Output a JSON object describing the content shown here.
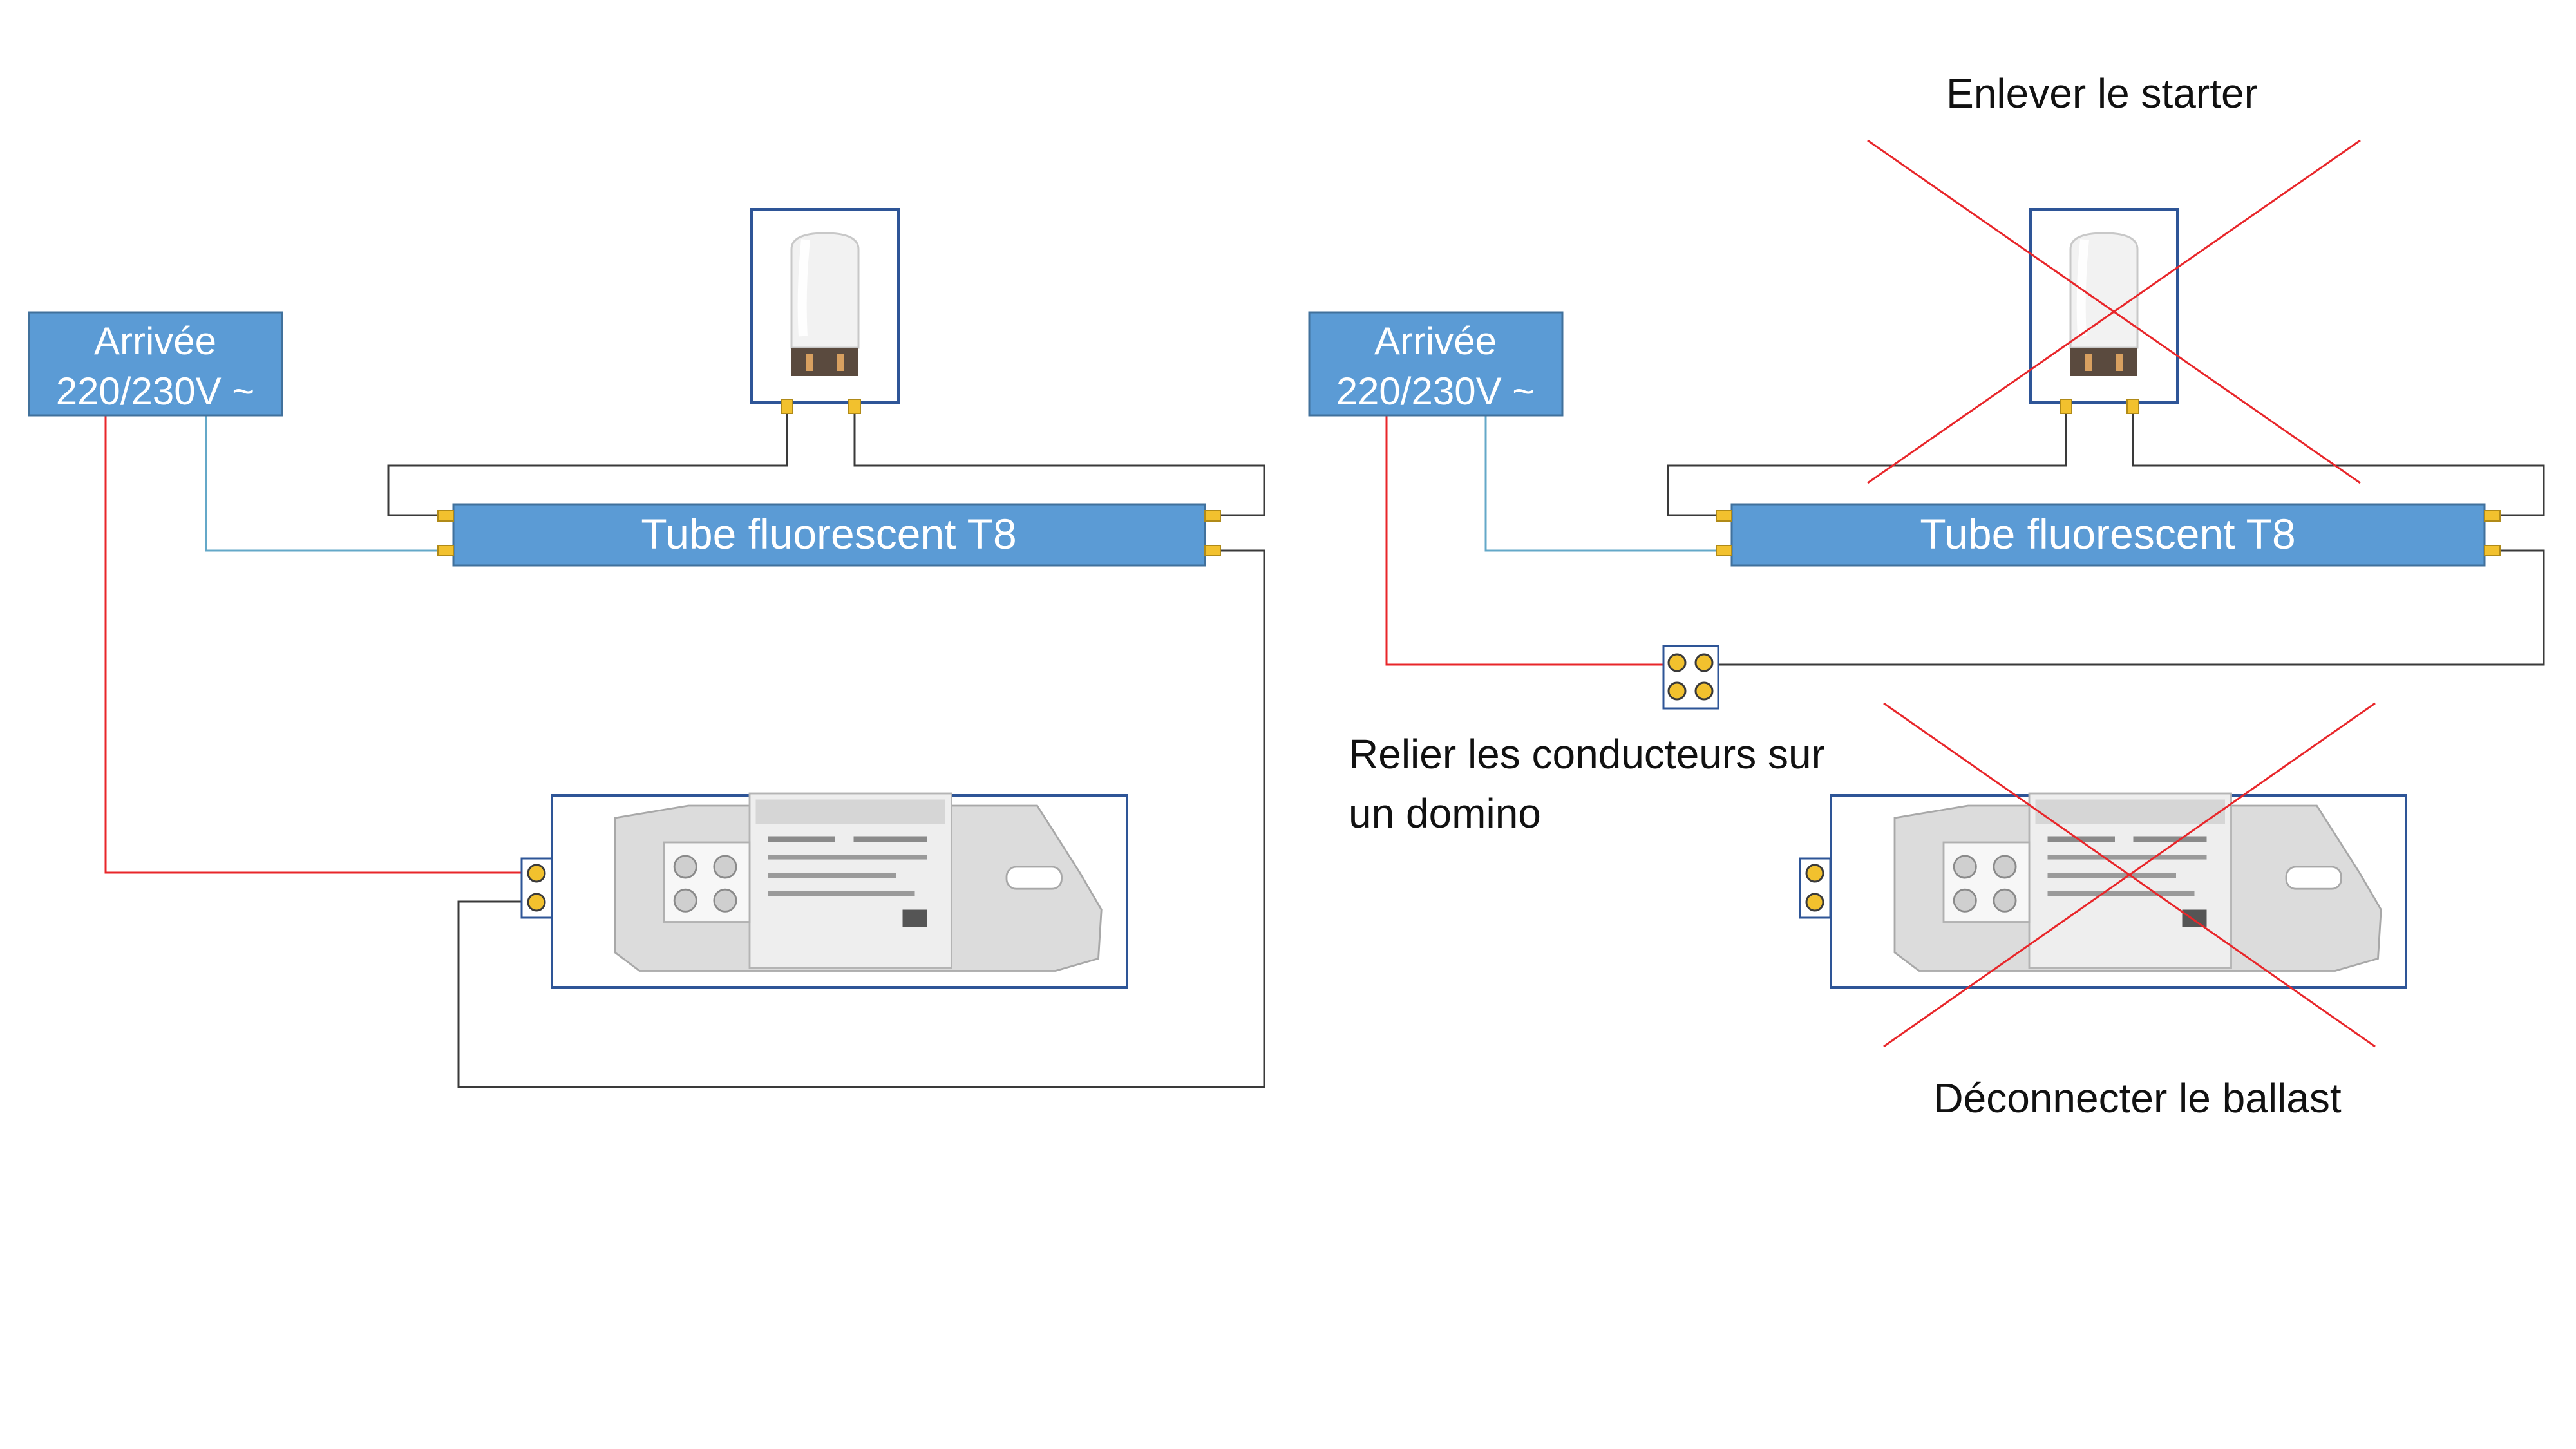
{
  "left": {
    "arrivee_line1": "Arrivée",
    "arrivee_line2": "220/230V ~",
    "tube_label": "Tube fluorescent T8"
  },
  "right": {
    "arrivee_line1": "Arrivée",
    "arrivee_line2": "220/230V ~",
    "tube_label": "Tube fluorescent T8",
    "remove_starter": "Enlever le starter",
    "domino_line1": "Relier les conducteurs sur",
    "domino_line2": "un domino",
    "disconnect_ballast": "Déconnecter le ballast"
  },
  "colors": {
    "box_fill": "#5b9bd5",
    "phase_wire": "#e8262a",
    "neutral_wire": "#64a8c8",
    "return_wire": "#3a3a3a",
    "cross_out": "#e8262a",
    "terminal": "#f2c12e"
  },
  "icons": [
    "starter-icon",
    "ballast-icon",
    "domino-connector-icon"
  ]
}
